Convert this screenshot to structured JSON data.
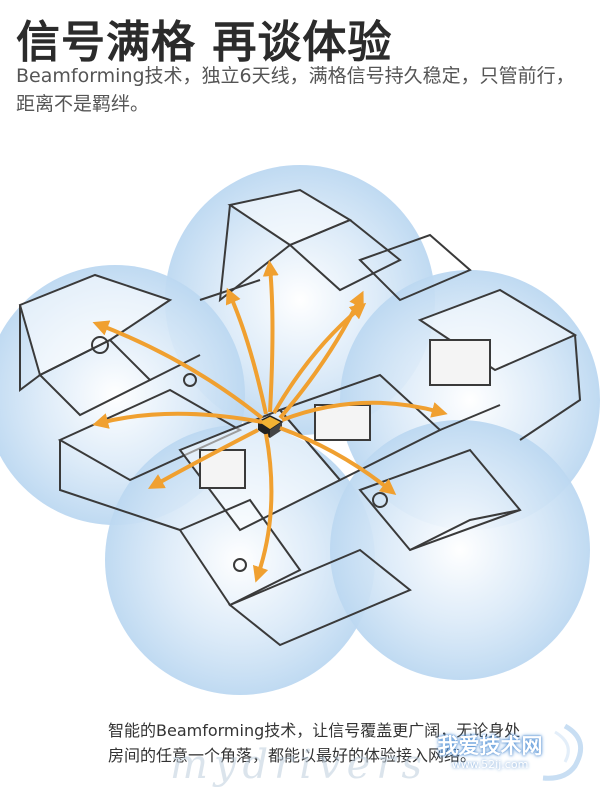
{
  "header": {
    "title": "信号满格  再谈体验",
    "subtitle": "Beamforming技术，独立6天线，满格信号持久稳定，只管前行，距离不是羁绊。"
  },
  "caption": {
    "text": "智能的Beamforming技术，让信号覆盖更广阔，无论身处房间的任意一个角落，都能以最好的体验接入网络。"
  },
  "watermark": {
    "text": "mydrivers"
  },
  "site_logo": {
    "name": "我爱技术网",
    "domain": "www.52ij.com"
  },
  "colors": {
    "coverage": "#cfe4f7",
    "arrow": "#f0a030",
    "router": "#f2b233",
    "outline": "#3a3a3a"
  },
  "illustration": {
    "icons": [
      "router-icon",
      "signal-arrow-icon",
      "coverage-circle",
      "floor-plan"
    ]
  }
}
